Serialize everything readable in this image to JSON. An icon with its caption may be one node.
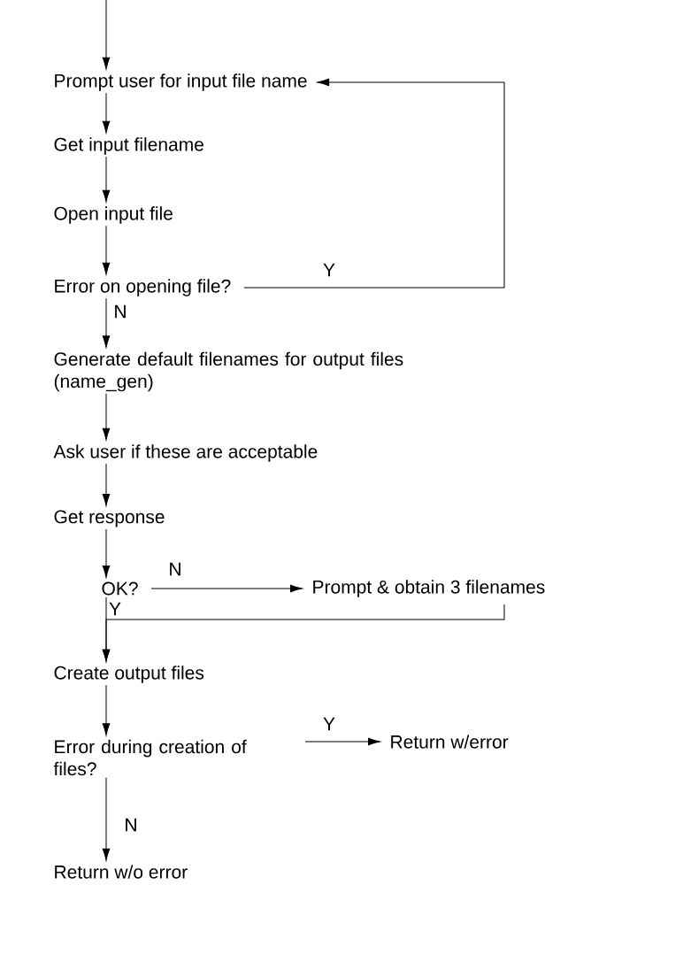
{
  "diagram": {
    "nodes": [
      {
        "text": [
          "Prompt user for input file name"
        ]
      },
      {
        "text": [
          "Get input filename"
        ]
      },
      {
        "text": [
          "Open input file"
        ]
      },
      {
        "text": [
          "Error on opening file?"
        ]
      },
      {
        "text": [
          "Generate default filenames for output files (name_gen)"
        ]
      },
      {
        "text": [
          "Ask user if these are acceptable"
        ]
      },
      {
        "text": [
          "Get response"
        ]
      },
      {
        "text": [
          "OK?"
        ]
      },
      {
        "text": [
          "Prompt & obtain 3 filenames"
        ]
      },
      {
        "text": [
          "Create output files"
        ]
      },
      {
        "text": [
          "Error during creation of files?"
        ]
      },
      {
        "text": [
          "Return w/error"
        ]
      },
      {
        "text": [
          "Return w/o error"
        ]
      }
    ],
    "edges": [
      {
        "from": null,
        "to": 0,
        "arrow": "to"
      },
      {
        "from": 0,
        "to": 1,
        "arrow": "to"
      },
      {
        "from": 1,
        "to": 2,
        "arrow": "to"
      },
      {
        "from": 2,
        "to": 3,
        "arrow": "to"
      },
      {
        "from": 3,
        "to": 0,
        "arrow": "to",
        "label": "Y"
      },
      {
        "from": 3,
        "to": 4,
        "arrow": "to",
        "label": "N"
      },
      {
        "from": 4,
        "to": 5,
        "arrow": "to"
      },
      {
        "from": 5,
        "to": 6,
        "arrow": "to"
      },
      {
        "from": 6,
        "to": 7,
        "arrow": "to"
      },
      {
        "from": 7,
        "to": 8,
        "arrow": "to",
        "label": "N"
      },
      {
        "from": 7,
        "to": 9,
        "arrow": "to",
        "label": "Y"
      },
      {
        "from": 8,
        "to": 9,
        "arrow": "to"
      },
      {
        "from": 9,
        "to": 10,
        "arrow": "to"
      },
      {
        "from": 10,
        "to": 11,
        "arrow": "to",
        "label": "Y"
      },
      {
        "from": 10,
        "to": 12,
        "arrow": "to",
        "label": "N"
      }
    ]
  }
}
